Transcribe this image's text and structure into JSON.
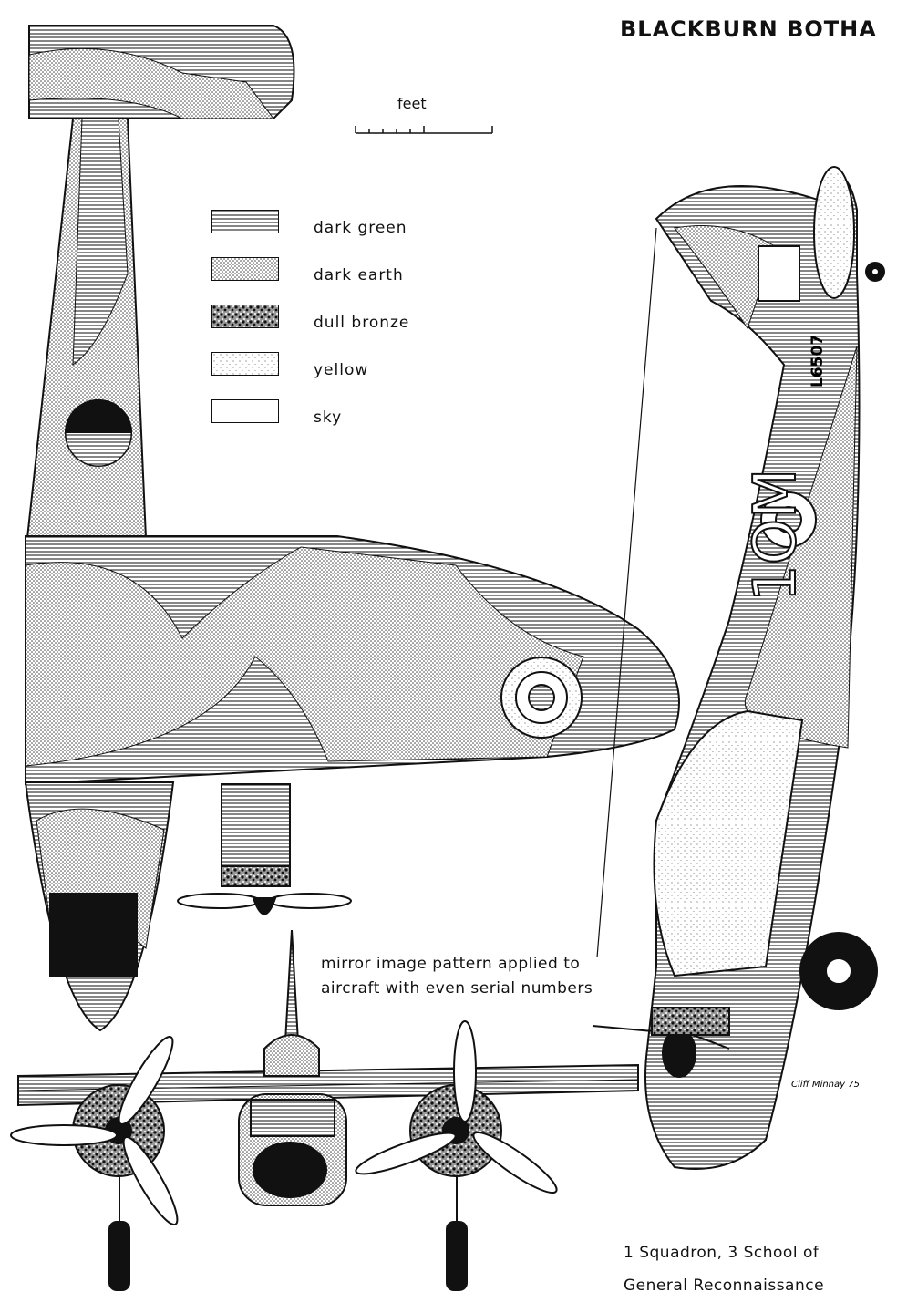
{
  "title": "BLACKBURN BOTHA",
  "scale": {
    "label": "feet"
  },
  "legend": [
    {
      "label": "dark green",
      "pattern": "hatch"
    },
    {
      "label": "dark earth",
      "pattern": "fine-dots"
    },
    {
      "label": "dull bronze",
      "pattern": "mottled"
    },
    {
      "label": "yellow",
      "pattern": "sparse-dots"
    },
    {
      "label": "sky",
      "pattern": "plain"
    }
  ],
  "aircraft": {
    "serial": "L6507",
    "code": "1OM"
  },
  "note": {
    "line1": "mirror image pattern applied to",
    "line2": "aircraft with even serial numbers"
  },
  "unit": {
    "line1": "1 Squadron, 3 School of",
    "line2": "General Reconnaissance"
  },
  "signature": "Cliff Minnay 75"
}
